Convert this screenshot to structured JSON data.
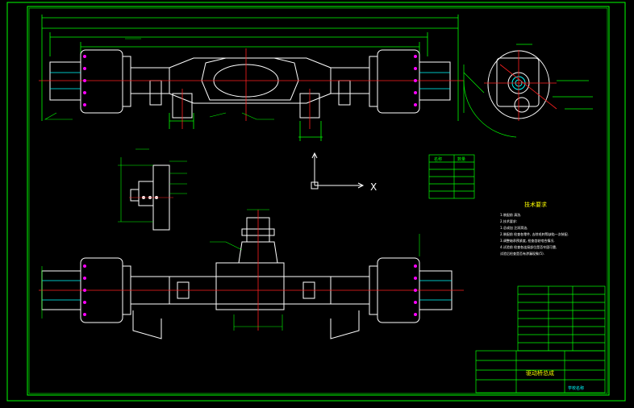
{
  "colors": {
    "background": "#000000",
    "outline": "#ffffff",
    "frame": "#00ff00",
    "dimension": "#00ff00",
    "centerline": "#ff2020",
    "accent_cyan": "#00ffff",
    "accent_magenta": "#ff00ff",
    "accent_yellow": "#ffff00"
  },
  "drawing": {
    "coord_axis_label": "X",
    "technical_requirements_title": "技术要求",
    "technical_requirements": [
      "1.装配前 清洗.",
      "2.技术要求:",
      "  1.总成加 注润滑油,",
      "  2.装配前 检查各零件, 去除毛刺等缺陷一次装配.",
      "  3.调整轴承预紧度, 检查齿轮啮合情况.",
      "  4.试验前 检查各连接部位是否牢固可靠, ",
      "  试验后检查是否有渗漏现象(5)."
    ],
    "parts_table_headers": [
      "名称",
      "数量"
    ],
    "title_block": {
      "drawing_name": "驱动桥总成",
      "school": "学校名称"
    }
  }
}
